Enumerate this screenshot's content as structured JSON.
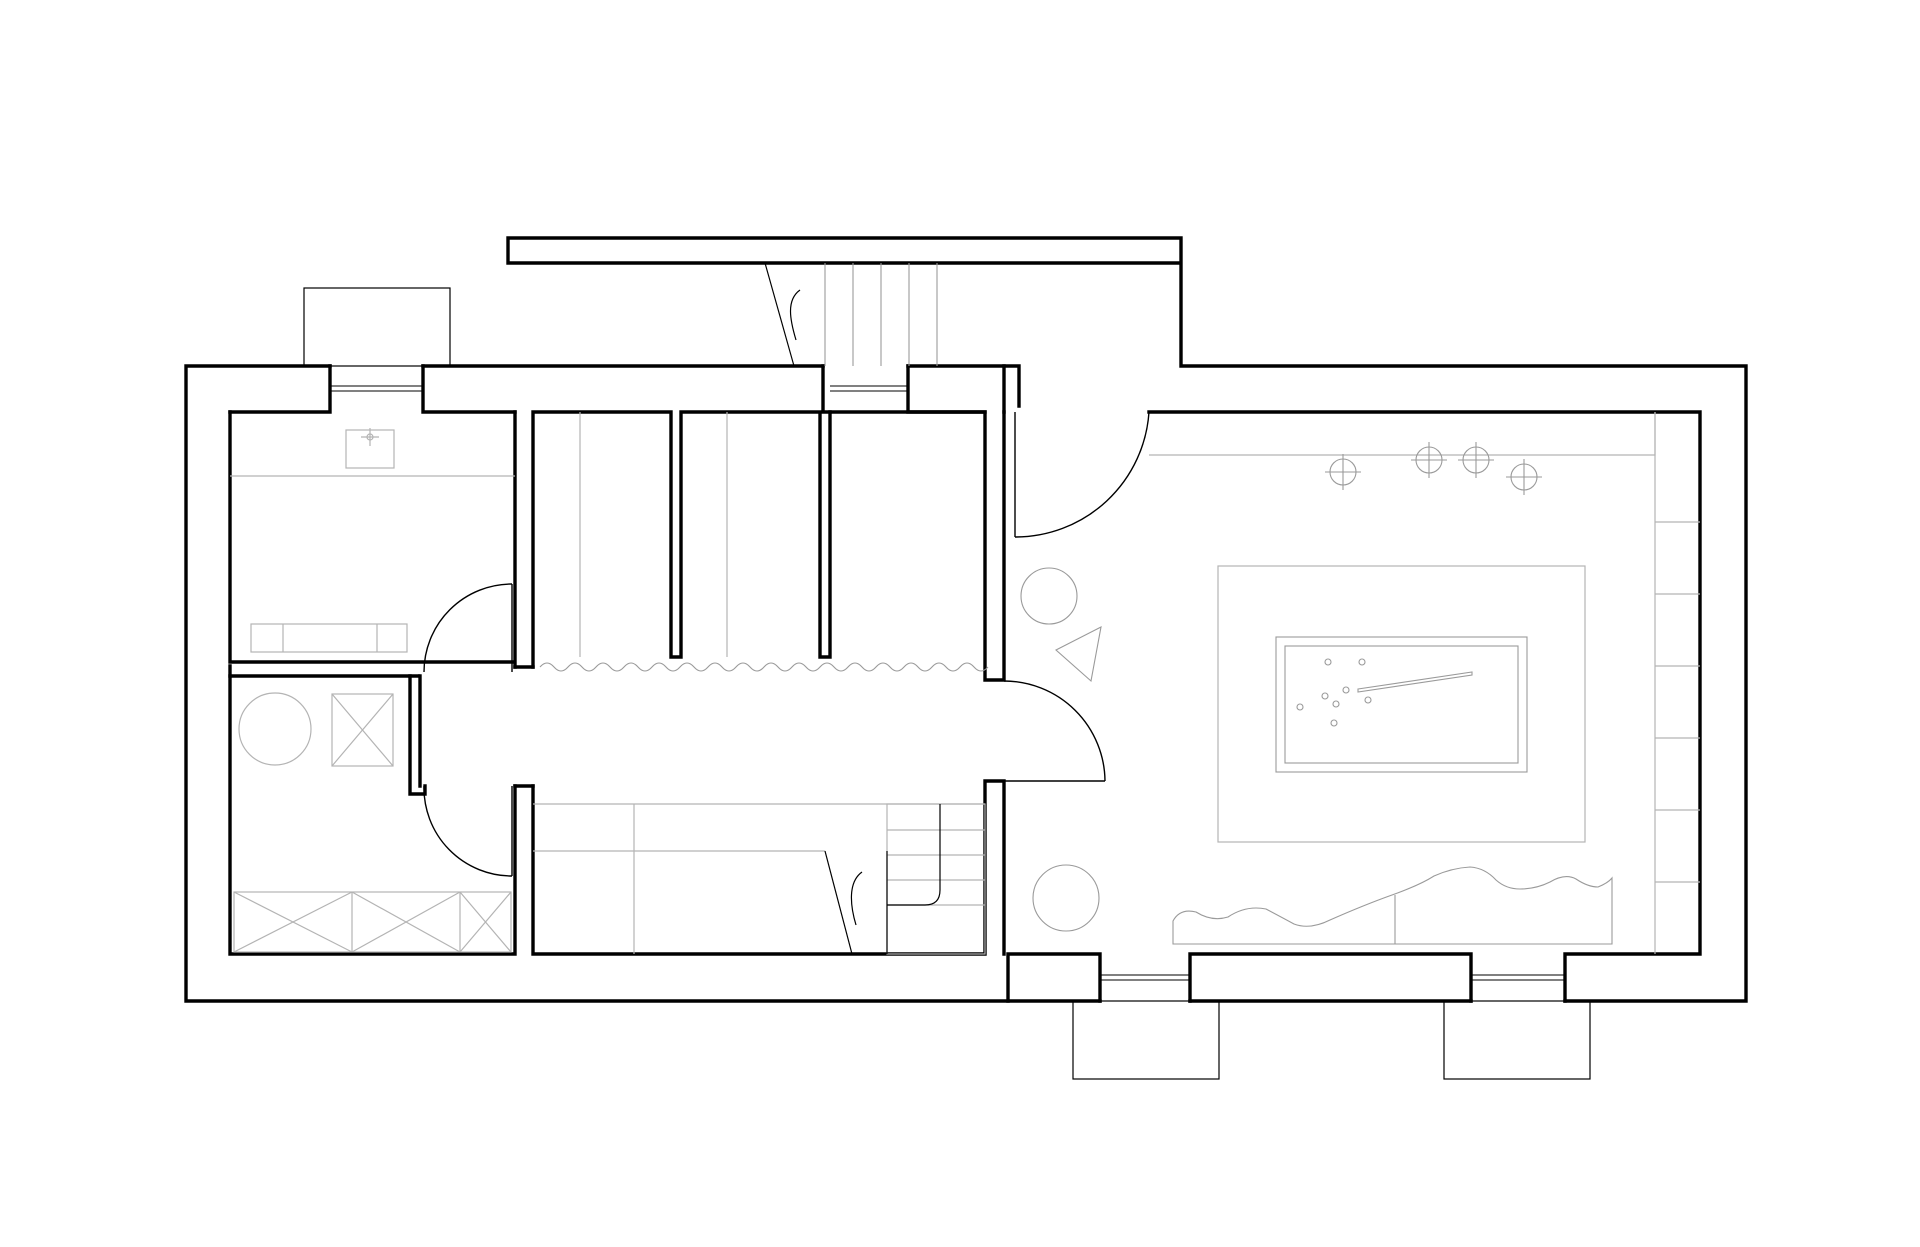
{
  "colors": {
    "background": "#ffffff",
    "walls": "#000000",
    "furniture": "#b4b4b4"
  },
  "plan": {
    "rooms": [
      "bathroom-top-left",
      "laundry-bottom-left",
      "closets-center-top",
      "storage-center-bottom",
      "billiard-room-right",
      "corridor"
    ],
    "icons": [
      "sink-icon",
      "bathtub-icon",
      "washing-machine-icon",
      "billiard-table-icon",
      "ceiling-light-icon",
      "staircase-icon"
    ]
  }
}
